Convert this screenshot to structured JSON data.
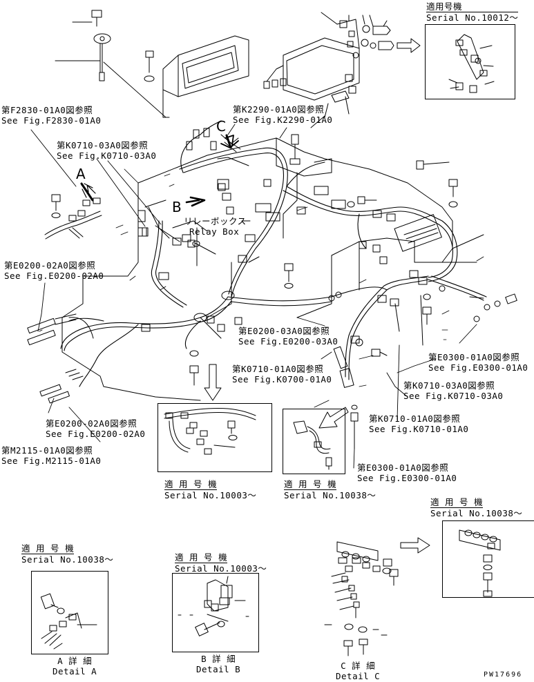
{
  "refs": {
    "f2830": {
      "jp": "第F2830-01A0図参照",
      "en": "See Fig.F2830-01A0"
    },
    "k2290": {
      "jp": "第K2290-01A0図参照",
      "en": "See Fig.K2290-01A0"
    },
    "k0710_03_top": {
      "jp": "第K0710-03A0図参照",
      "en": "See Fig.K0710-03A0"
    },
    "e0200_02_left": {
      "jp": "第E0200-02A0図参照",
      "en": "See Fig.E0200-02A0"
    },
    "e0200_03": {
      "jp": "第E0200-03A0図参照",
      "en": "See Fig.E0200-03A0"
    },
    "k0710_01_mid": {
      "jp": "第K0710-01A0図参照",
      "en": "See Fig.K0700-01A0"
    },
    "e0300_right": {
      "jp": "第E0300-01A0図参照",
      "en": "See Fig.E0300-01A0"
    },
    "k0710_03_right": {
      "jp": "第K0710-03A0図参照",
      "en": "See Fig.K0710-03A0"
    },
    "k0710_01_right": {
      "jp": "第K0710-01A0図参照",
      "en": "See Fig.K0710-01A0"
    },
    "e0300_bottom": {
      "jp": "第E0300-01A0図参照",
      "en": "See Fig.E0300-01A0"
    },
    "e0200_02_bottom": {
      "jp": "第E0200-02A0図参照",
      "en": "See Fig.E0200-02A0"
    },
    "m2115": {
      "jp": "第M2115-01A0図参照",
      "en": "See Fig.M2115-01A0"
    }
  },
  "relay_box": {
    "jp": "リレーボックス",
    "en": "Relay Box"
  },
  "callouts": {
    "a": "A",
    "b": "B",
    "c": "C"
  },
  "serials": {
    "s10012": {
      "jp": "適用号機",
      "en": "Serial No.10012～"
    },
    "s10003_mid": {
      "jp": "適 用 号 機",
      "en": "Serial No.10003～"
    },
    "s10038_mid": {
      "jp": "適 用 号 機",
      "en": "Serial No.10038～"
    },
    "s10038_right": {
      "jp": "適 用 号 機",
      "en": "Serial No.10038～"
    },
    "s10038_left": {
      "jp": "適 用 号 機",
      "en": "Serial No.10038～"
    },
    "s10003_b": {
      "jp": "適 用 号 機",
      "en": "Serial No.10003～"
    }
  },
  "details": {
    "a": {
      "jp": "A 詳 細",
      "en": "Detail A"
    },
    "b": {
      "jp": "B 詳 細",
      "en": "Detail B"
    },
    "c": {
      "jp": "C 詳 細",
      "en": "Detail C"
    }
  },
  "drawing_no": "PW17696"
}
